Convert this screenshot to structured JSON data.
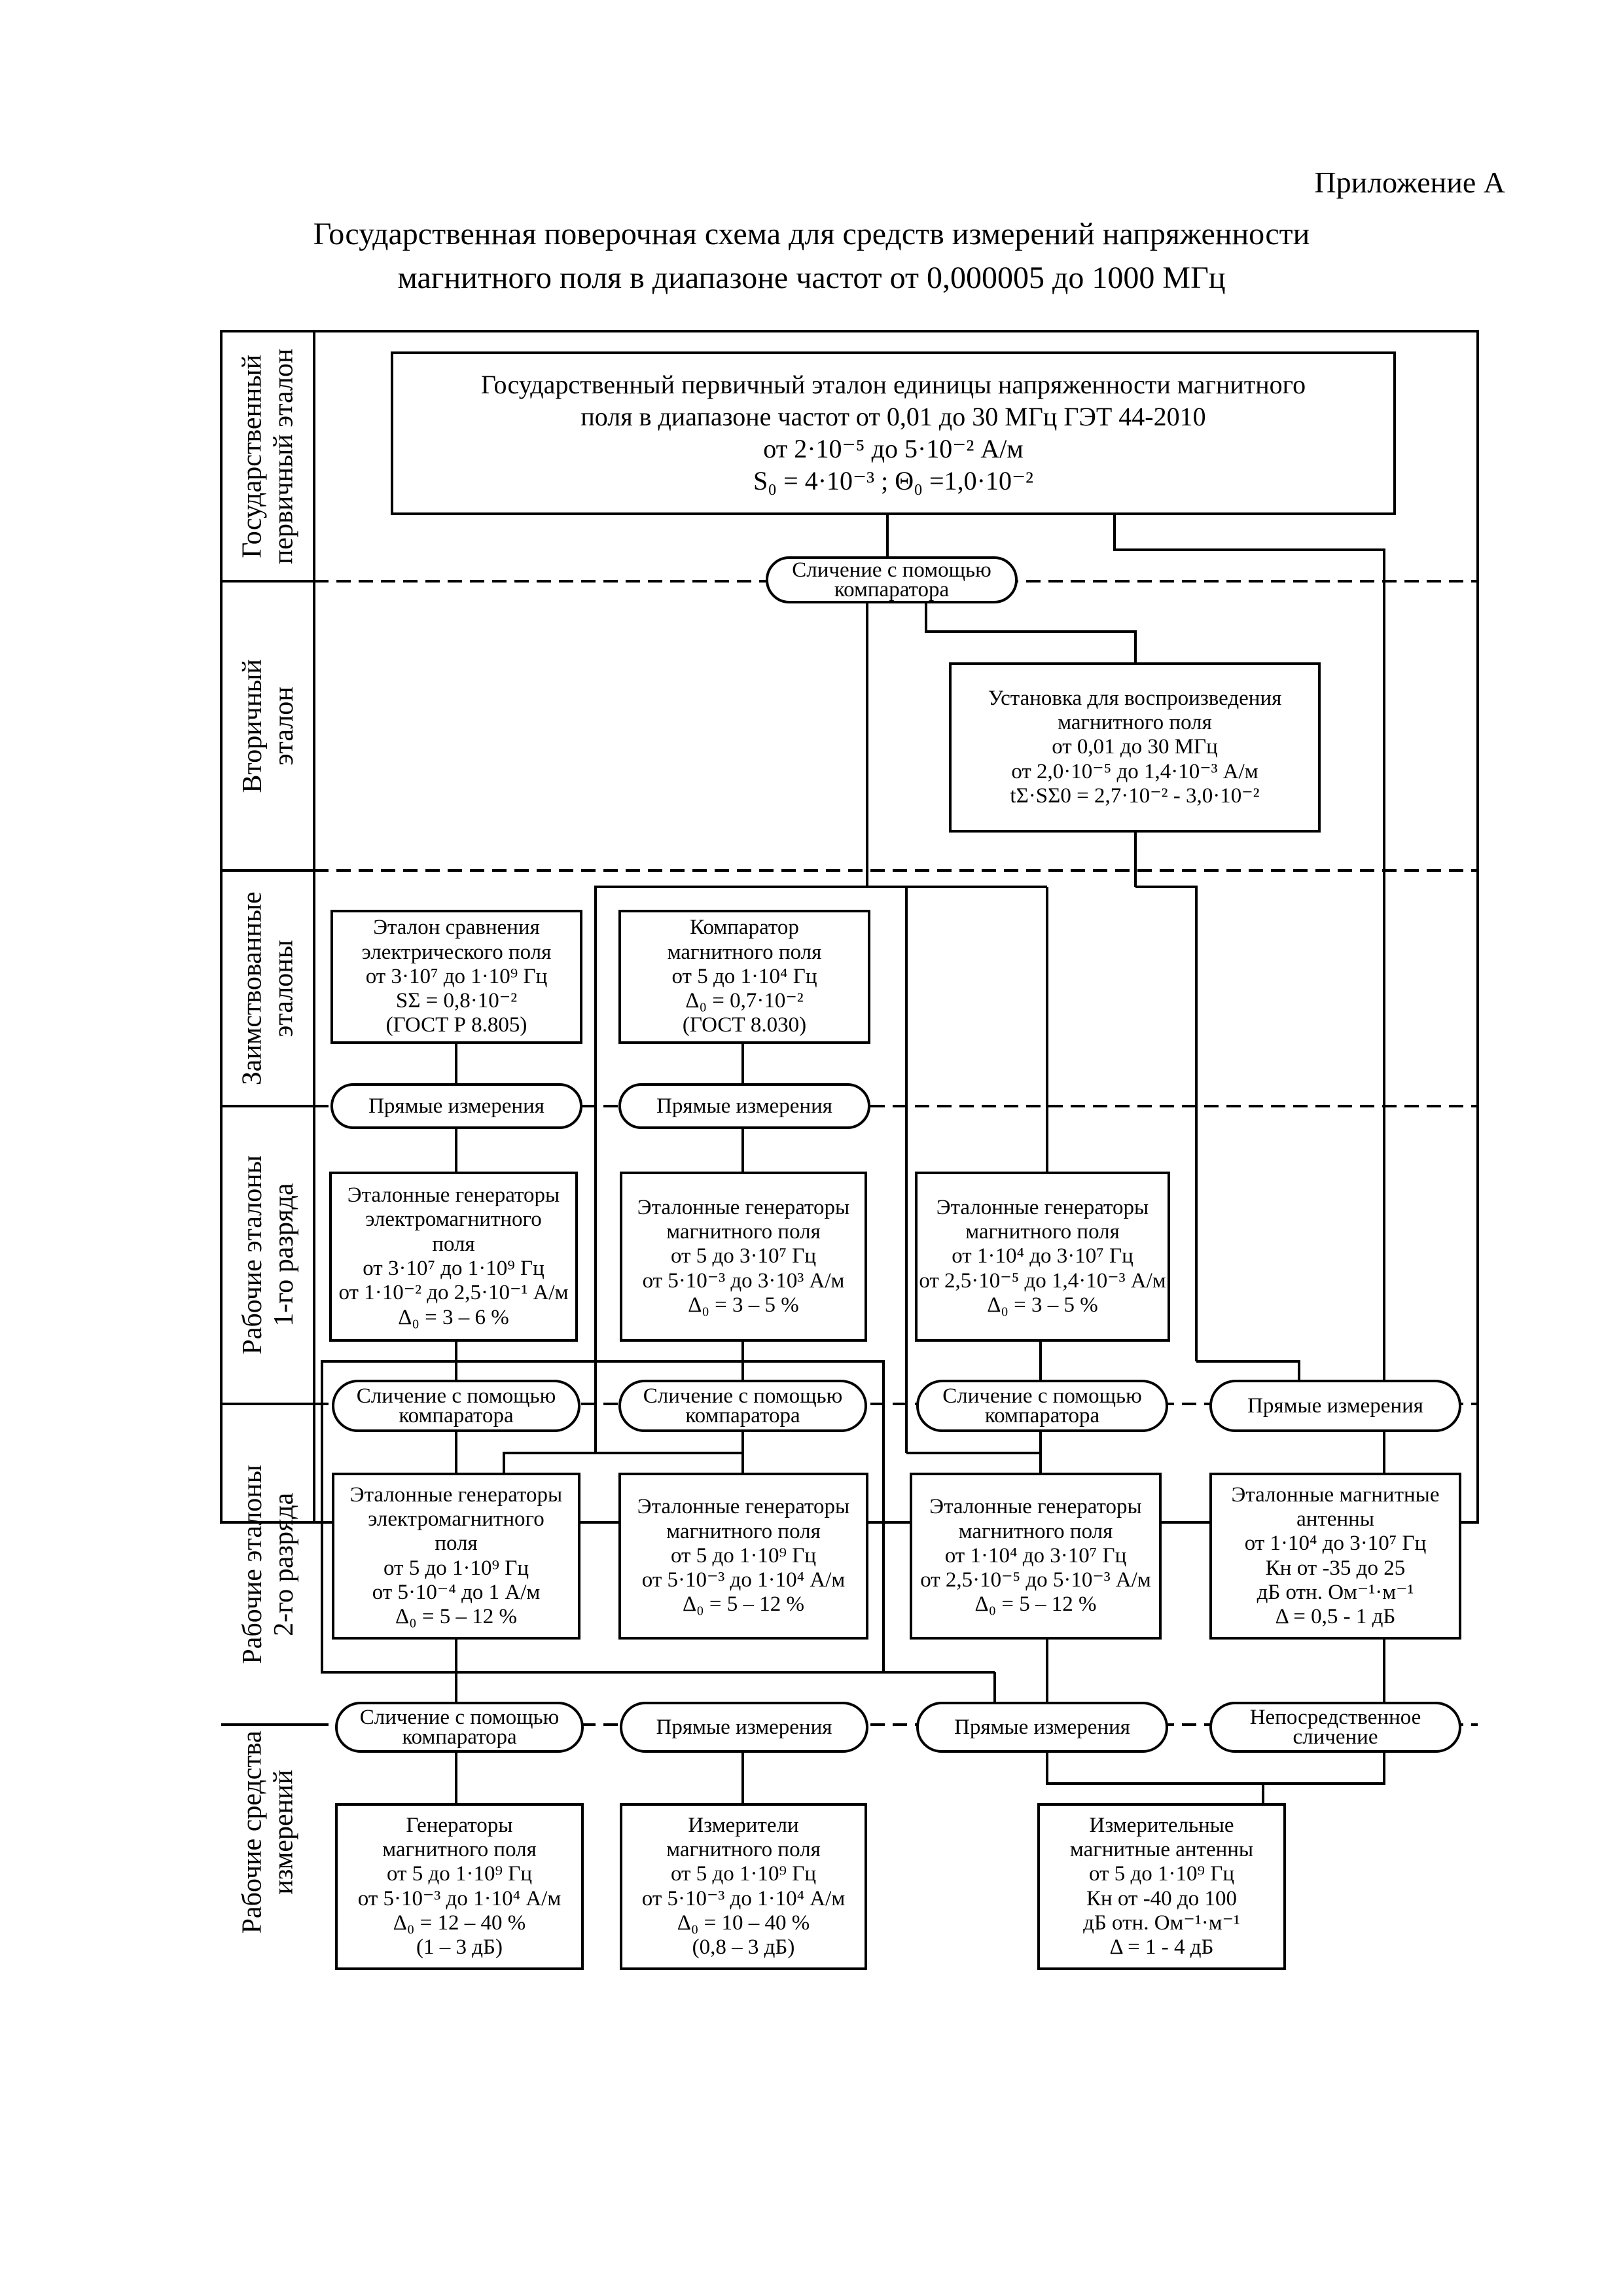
{
  "header": {
    "appendix": "Приложение А",
    "title_line1": "Государственная поверочная схема для средств измерений напряженности",
    "title_line2": "магнитного поля в диапазоне частот от 0,000005 до 1000 МГц"
  },
  "rows": [
    {
      "id": "primary",
      "lines": [
        "Государственный",
        "первичный эталон"
      ]
    },
    {
      "id": "secondary",
      "lines": [
        "Вторичный",
        "эталон"
      ]
    },
    {
      "id": "borrowed",
      "lines": [
        "Заимствованные",
        "эталоны"
      ]
    },
    {
      "id": "work1",
      "lines": [
        "Рабочие эталоны",
        "1-го разряда"
      ]
    },
    {
      "id": "work2",
      "lines": [
        "Рабочие эталоны",
        "2-го разряда"
      ]
    },
    {
      "id": "instruments",
      "lines": [
        "Рабочие средства",
        "измерений"
      ]
    }
  ],
  "boxes": {
    "primary": {
      "l1": "Государственный первичный эталон единицы напряженности магнитного",
      "l2": "поля в диапазоне частот от 0,01 до 30 МГц  ГЭТ 44-2010",
      "l3": "от 2·10⁻⁵ до 5·10⁻² А/м",
      "l4": "S₀ = 4·10⁻³ ; Θ₀ =1,0·10⁻²"
    },
    "secondary": {
      "l1": "Установка для воспроизведения",
      "l2": "магнитного поля",
      "l3": "от 0,01 до 30 МГц",
      "l4": "от 2,0·10⁻⁵ до 1,4·10⁻³ А/м",
      "l5": "tΣ·SΣ0 = 2,7·10⁻² -  3,0·10⁻²"
    },
    "borrowed_e": {
      "l1": "Эталон сравнения",
      "l2": "электрического поля",
      "l3": "от 3·10⁷ до 1·10⁹ Гц",
      "l4": "SΣ = 0,8·10⁻²",
      "l5": "(ГОСТ Р 8.805)"
    },
    "borrowed_m": {
      "l1": "Компаратор",
      "l2": "магнитного  поля",
      "l3": "от 5 до 1·10⁴ Гц",
      "l4": "Δ₀ =  0,7·10⁻²",
      "l5": "(ГОСТ 8.030)"
    },
    "w1a": {
      "l1": "Эталонные генераторы",
      "l2": "электромагнитного",
      "l3": "поля",
      "l4": "от 3·10⁷ до 1·10⁹ Гц",
      "l5": "от 1·10⁻² до 2,5·10⁻¹ А/м",
      "l6": "Δ₀ = 3 – 6 %"
    },
    "w1b": {
      "l1": "Эталонные генераторы",
      "l2": "магнитного поля",
      "l3": "от 5 до 3·10⁷ Гц",
      "l4": "от 5·10⁻³ до 3·10³ А/м",
      "l5": "Δ₀ = 3 – 5 %"
    },
    "w1c": {
      "l1": "Эталонные генераторы",
      "l2": "магнитного поля",
      "l3": "от 1·10⁴ до 3·10⁷ Гц",
      "l4": "от 2,5·10⁻⁵ до 1,4·10⁻³ А/м",
      "l5": "Δ₀ = 3 – 5 %"
    },
    "w2a": {
      "l1": "Эталонные генераторы",
      "l2": "электромагнитного",
      "l3": "поля",
      "l4": "от 5 до 1·10⁹ Гц",
      "l5": "от 5·10⁻⁴ до 1 А/м",
      "l6": "Δ₀ = 5 – 12 %"
    },
    "w2b": {
      "l1": "Эталонные генераторы",
      "l2": "магнитного поля",
      "l3": "от 5 до 1·10⁹ Гц",
      "l4": "от 5·10⁻³ до 1·10⁴ А/м",
      "l5": "Δ₀ = 5 – 12 %"
    },
    "w2c": {
      "l1": "Эталонные генераторы",
      "l2": "магнитного поля",
      "l3": "от 1·10⁴ до 3·10⁷ Гц",
      "l4": "от 2,5·10⁻⁵ до 5·10⁻³ А/м",
      "l5": "Δ₀ =  5 – 12 %"
    },
    "w2d": {
      "l1": "Эталонные магнитные",
      "l2": "антенны",
      "l3": "от 1·10⁴ до 3·10⁷ Гц",
      "l4": "Кн от -35 до 25",
      "l5": "дБ отн. Ом⁻¹·м⁻¹",
      "l6": "Δ =  0,5  -  1 дБ"
    },
    "i1": {
      "l1": "Генераторы",
      "l2": "магнитного поля",
      "l3": "от 5 до 1·10⁹ Гц",
      "l4": "от  5·10⁻³ до 1·10⁴  А/м",
      "l5": "Δ₀ = 12 – 40  %",
      "l6": "(1 – 3 дБ)"
    },
    "i2": {
      "l1": "Измерители",
      "l2": "магнитного поля",
      "l3": "от 5 до 1·10⁹ Гц",
      "l4": "от  5·10⁻³ до 1·10⁴  А/м",
      "l5": "Δ₀ = 10 – 40  %",
      "l6": "(0,8 – 3 дБ)"
    },
    "i3": {
      "l1": "Измерительные",
      "l2": "магнитные антенны",
      "l3": "от 5 до 1·10⁹ Гц",
      "l4": "Кн от -40 до 100",
      "l5": "дБ отн. Ом⁻¹·м⁻¹",
      "l6": "Δ = 1  -  4 дБ"
    }
  },
  "pills": {
    "p_comp_top": [
      "Сличение с помощью",
      "компаратора"
    ],
    "p_direct_b1": [
      "Прямые измерения"
    ],
    "p_direct_b2": [
      "Прямые измерения"
    ],
    "p_comp_w1a": [
      "Сличение с помощью",
      "компаратора"
    ],
    "p_comp_w1b": [
      "Сличение с помощью",
      "компаратора"
    ],
    "p_comp_w1c": [
      "Сличение с помощью",
      "компаратора"
    ],
    "p_direct_w1d": [
      "Прямые измерения"
    ],
    "p_comp_w2a": [
      "Сличение с помощью",
      "компаратора"
    ],
    "p_direct_w2b": [
      "Прямые измерения"
    ],
    "p_direct_w2c": [
      "Прямые измерения"
    ],
    "p_immediate": [
      "Непосредственное",
      "сличение"
    ]
  }
}
